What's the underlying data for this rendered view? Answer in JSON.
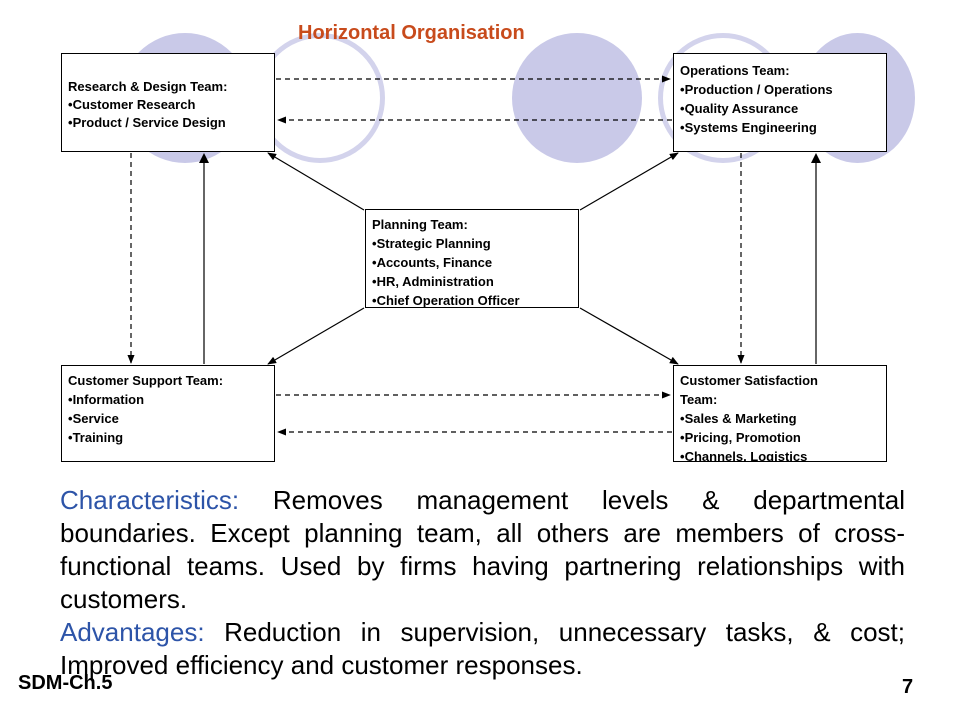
{
  "title": "Horizontal Organisation",
  "boxes": {
    "research_design": {
      "heading": "Research & Design Team:",
      "items": [
        "Customer Research",
        "Product / Service Design"
      ]
    },
    "operations": {
      "heading": "Operations Team:",
      "items": [
        "Production / Operations",
        "Quality Assurance",
        "Systems Engineering"
      ]
    },
    "planning": {
      "heading": "Planning Team:",
      "items": [
        "Strategic Planning",
        "Accounts, Finance",
        "HR, Administration",
        "Chief Operation Officer"
      ]
    },
    "customer_support": {
      "heading": "Customer Support Team:",
      "items": [
        "Information",
        "Service",
        "Training"
      ]
    },
    "customer_satisfaction": {
      "heading_line1": "Customer Satisfaction",
      "heading_line2": "Team:",
      "items": [
        "Sales & Marketing",
        "Pricing, Promotion",
        "Channels, Logistics"
      ]
    }
  },
  "characteristics": {
    "label": "Characteristics:",
    "text": "Removes management levels & departmental boundaries. Except planning team, all others are members of cross-functional teams. Used by firms having partnering relationships with customers."
  },
  "advantages": {
    "label": "Advantages:",
    "text": "Reduction in supervision, unnecessary tasks, & cost; Improved efficiency and customer responses."
  },
  "footer": {
    "left": "SDM-Ch.5",
    "page_number": "7"
  },
  "colors": {
    "title": "#c84b1c",
    "lead_text": "#2d54a8",
    "circle_fill": "#c9c9e8"
  }
}
